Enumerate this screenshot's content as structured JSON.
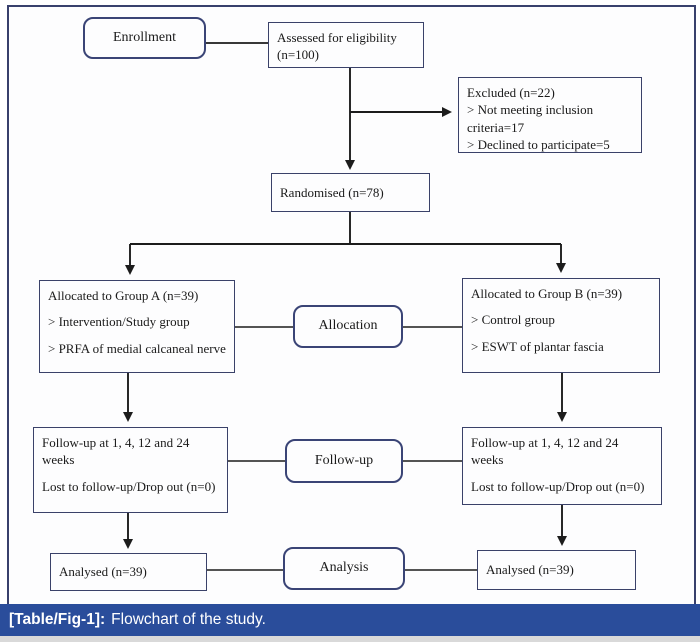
{
  "figure": {
    "type": "flowchart",
    "caption": {
      "label": "[Table/Fig-1]:",
      "text": "Flowchart of the study."
    },
    "colors": {
      "caption_bg": "#2a4d9b",
      "caption_text": "#ffffff",
      "box_border": "#3a4169",
      "figure_border": "#38406c",
      "connector_line": "#1c1c1c",
      "background": "#fdfdfe"
    },
    "nodes": {
      "enrollment": {
        "label": "Enrollment"
      },
      "assessed": {
        "text": "Assessed for eligibility (n=100)"
      },
      "excluded": {
        "lines": [
          "Excluded (n=22)",
          "> Not meeting inclusion criteria=17",
          "> Declined to participate=5"
        ]
      },
      "randomised": {
        "text": "Randomised (n=78)"
      },
      "group_a": {
        "lines": [
          "Allocated to Group A (n=39)",
          "> Intervention/Study group",
          "> PRFA of medial calcaneal nerve"
        ]
      },
      "allocation_label": {
        "text": "Allocation"
      },
      "group_b": {
        "lines": [
          "Allocated to Group B (n=39)",
          "> Control group",
          "> ESWT of plantar fascia"
        ]
      },
      "followup_a": {
        "lines": [
          "Follow-up at 1, 4, 12 and 24 weeks",
          "Lost to follow-up/Drop out (n=0)"
        ]
      },
      "followup_label": {
        "text": "Follow-up"
      },
      "followup_b": {
        "lines": [
          "Follow-up at 1, 4, 12 and 24 weeks",
          "Lost to follow-up/Drop out (n=0)"
        ]
      },
      "analysed_a": {
        "text": "Analysed (n=39)"
      },
      "analysis_label": {
        "text": "Analysis"
      },
      "analysed_b": {
        "text": "Analysed (n=39)"
      }
    }
  }
}
